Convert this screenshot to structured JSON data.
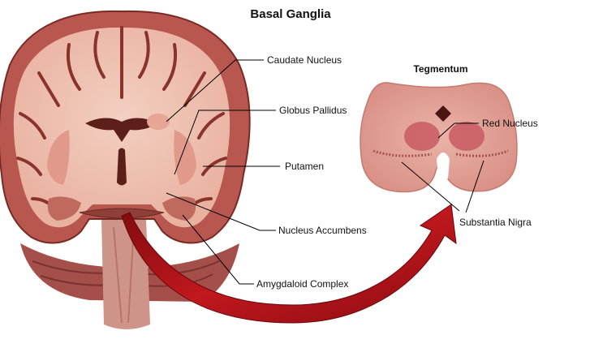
{
  "title": "Basal Ganglia",
  "subtitle": "Tegmentum",
  "labels": {
    "caudate": "Caudate Nucleus",
    "globus": "Globus Pallidus",
    "putamen": "Putamen",
    "accumbens": "Nucleus Accumbens",
    "amygdala": "Amygdaloid Complex",
    "red_nucleus": "Red Nucleus",
    "substantia": "Substantia Nigra"
  },
  "colors": {
    "cortex": "#b8574f",
    "cortex_dark": "#7a2a24",
    "white_matter": "#f0c3b3",
    "deep_nuclei": "#e7a595",
    "ventricle": "#5c1f1a",
    "arrow": "#b0141a",
    "tegmentum": "#e6a79c",
    "red_nucleus": "#c85a63"
  }
}
